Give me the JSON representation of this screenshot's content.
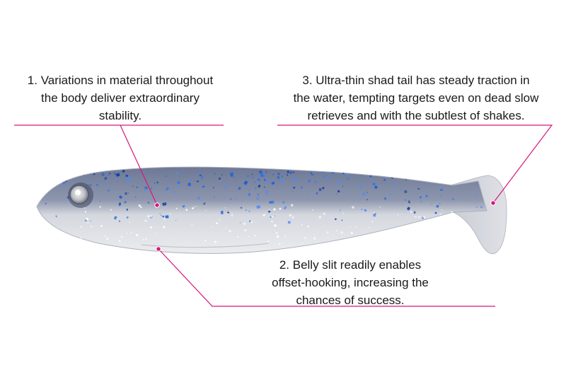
{
  "callouts": [
    {
      "text": "1. Variations in material throughout\nthe body deliver extraordinary\nstability."
    },
    {
      "text": "3. Ultra-thin shad tail has steady traction in\nthe water, tempting targets even on dead slow\nretrieves and with the subtlest of shakes."
    },
    {
      "text": "2. Belly slit readily enables\noffset-hooking, increasing the\nchances of success."
    }
  ],
  "colors": {
    "leader": "#d6177a",
    "text": "#1a1a1a",
    "glitter": "#1f5fd6",
    "body_top": "#5e6a8a",
    "body_belly": "#e4e6ea"
  }
}
